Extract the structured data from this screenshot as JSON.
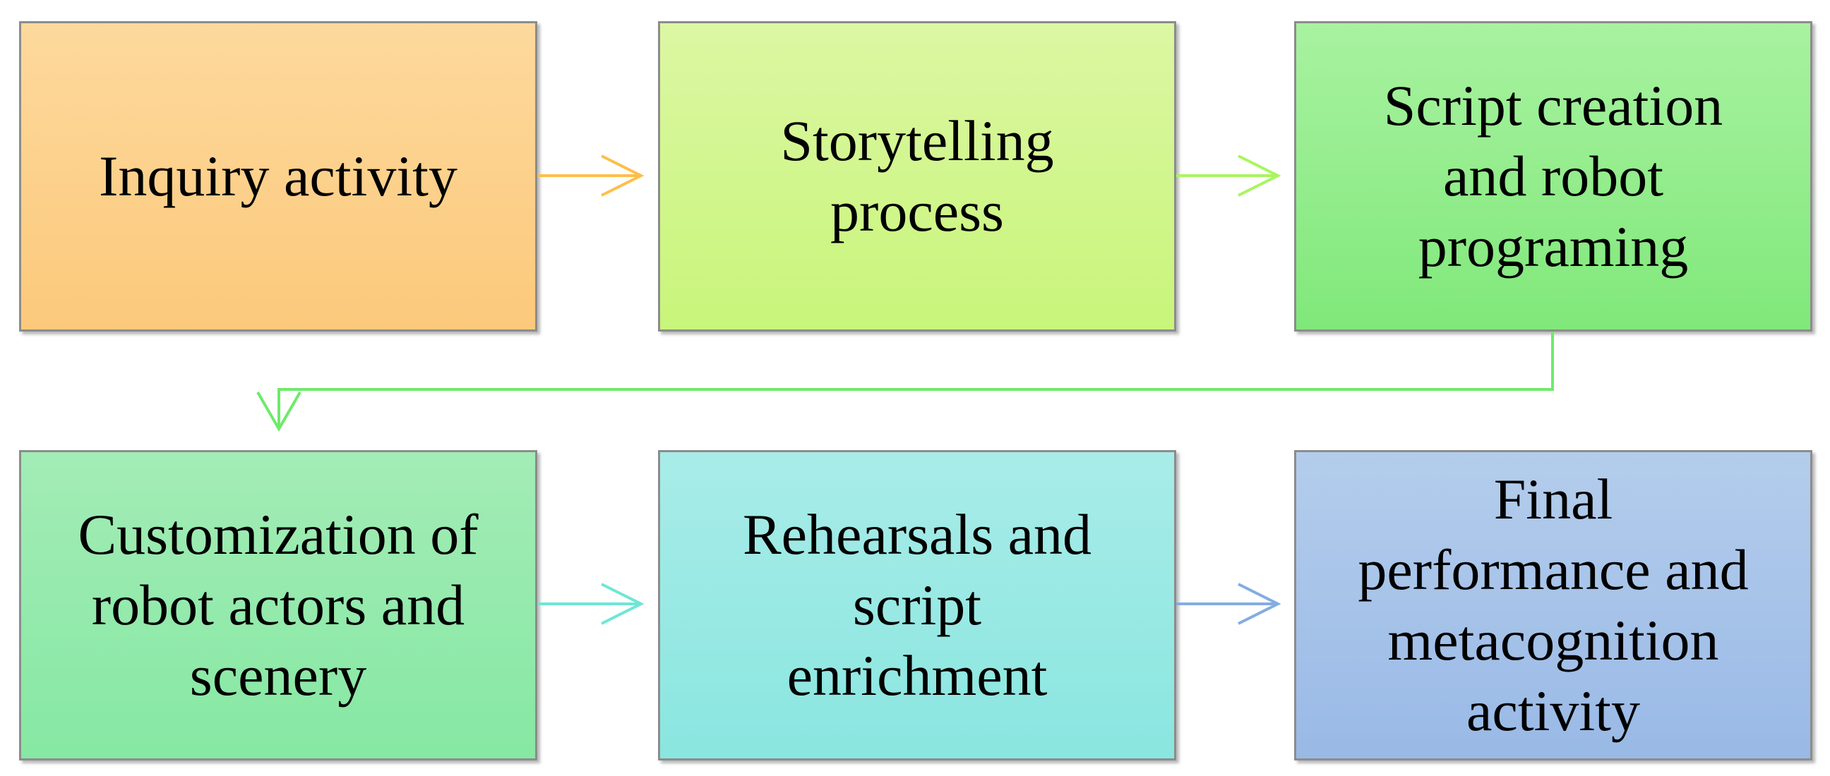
{
  "steps": [
    {
      "label": "Inquiry activity",
      "gradient_top": "#fdd99d",
      "gradient_bottom": "#fcc97b"
    },
    {
      "label": "Storytelling\nprocess",
      "gradient_top": "#dcf7a3",
      "gradient_bottom": "#c8f57a"
    },
    {
      "label": "Script creation\nand robot\nprograming",
      "gradient_top": "#a8f2a0",
      "gradient_bottom": "#80e87a"
    },
    {
      "label": "Customization of\nrobot actors and\nscenery",
      "gradient_top": "#a3ecb6",
      "gradient_bottom": "#86e8a3"
    },
    {
      "label": "Rehearsals and\nscript\nenrichment",
      "gradient_top": "#a8ece8",
      "gradient_bottom": "#8ae6e0"
    },
    {
      "label": "Final\nperformance and\nmetacognition\nactivity",
      "gradient_top": "#b4cdec",
      "gradient_bottom": "#99b9e6"
    }
  ],
  "connectors": [
    {
      "from": 1,
      "to": 2,
      "color": "#fdbf4a"
    },
    {
      "from": 2,
      "to": 3,
      "color": "#a9f560"
    },
    {
      "from": 3,
      "to": 4,
      "color": "#6eea6b"
    },
    {
      "from": 4,
      "to": 5,
      "color": "#6fe6d6"
    },
    {
      "from": 5,
      "to": 6,
      "color": "#84ace2"
    }
  ]
}
